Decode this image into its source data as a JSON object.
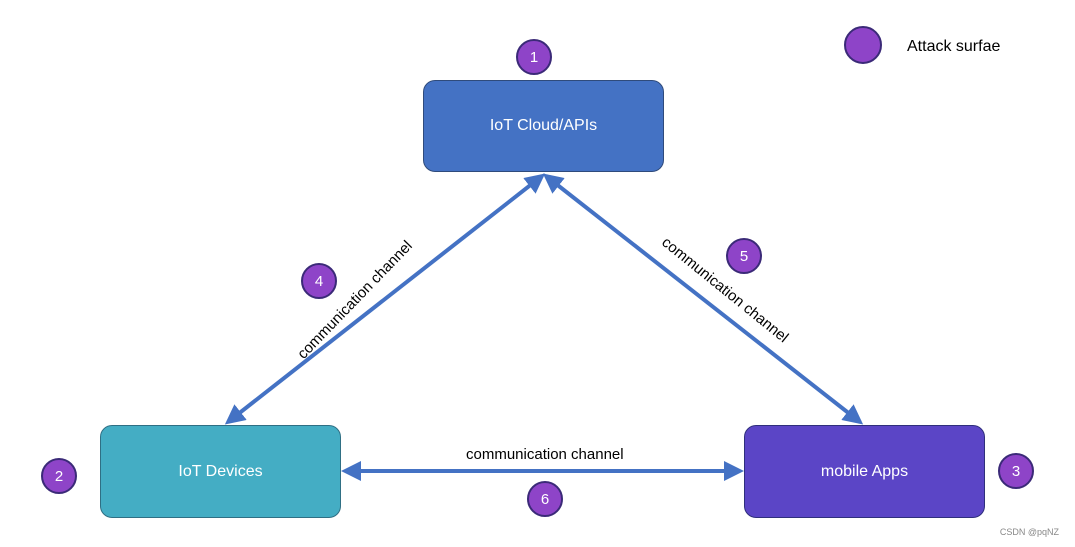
{
  "nodes": {
    "cloud": "IoT Cloud/APIs",
    "devices": "IoT Devices",
    "mobile": "mobile Apps"
  },
  "markers": {
    "m1": "1",
    "m2": "2",
    "m3": "3",
    "m4": "4",
    "m5": "5",
    "m6": "6"
  },
  "legend": {
    "label": "Attack surfae"
  },
  "channels": {
    "devices_cloud": "communication channel",
    "cloud_mobile": "communication channel",
    "devices_mobile": "communication channel"
  },
  "watermark": "CSDN @pqNZ",
  "colors": {
    "cloud": "#4472c4",
    "devices": "#44adc4",
    "mobile": "#5b45c6",
    "marker": "#8e44c8",
    "arrow": "#4472c4"
  }
}
